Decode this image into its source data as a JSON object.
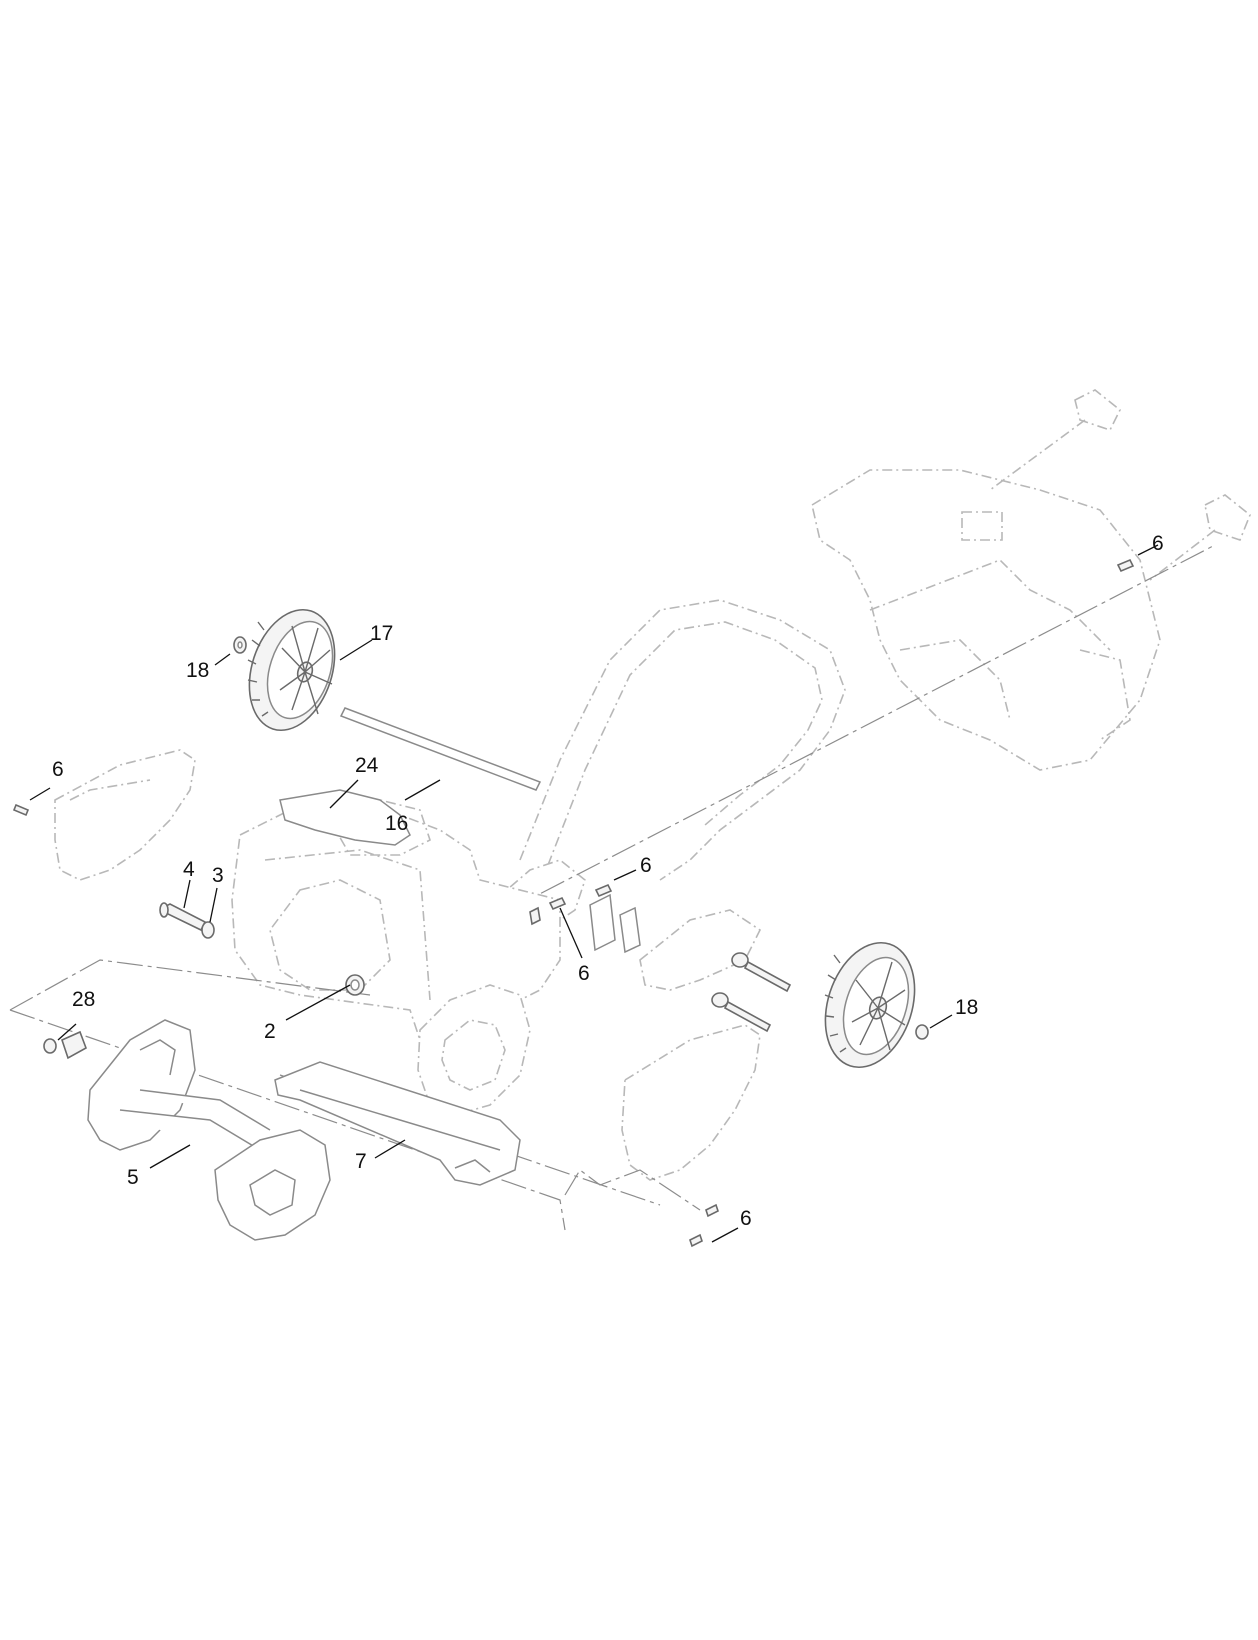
{
  "diagram": {
    "callouts": [
      {
        "id": "c6-top-right",
        "label": "6"
      },
      {
        "id": "c17",
        "label": "17"
      },
      {
        "id": "c18-left",
        "label": "18"
      },
      {
        "id": "c24",
        "label": "24"
      },
      {
        "id": "c16",
        "label": "16"
      },
      {
        "id": "c6-left",
        "label": "6"
      },
      {
        "id": "c4",
        "label": "4"
      },
      {
        "id": "c3",
        "label": "3"
      },
      {
        "id": "c6-mid-upper",
        "label": "6"
      },
      {
        "id": "c6-mid-lower",
        "label": "6"
      },
      {
        "id": "c28",
        "label": "28"
      },
      {
        "id": "c2",
        "label": "2"
      },
      {
        "id": "c18-right",
        "label": "18"
      },
      {
        "id": "c5",
        "label": "5"
      },
      {
        "id": "c7",
        "label": "7"
      },
      {
        "id": "c6-bottom",
        "label": "6"
      }
    ]
  }
}
